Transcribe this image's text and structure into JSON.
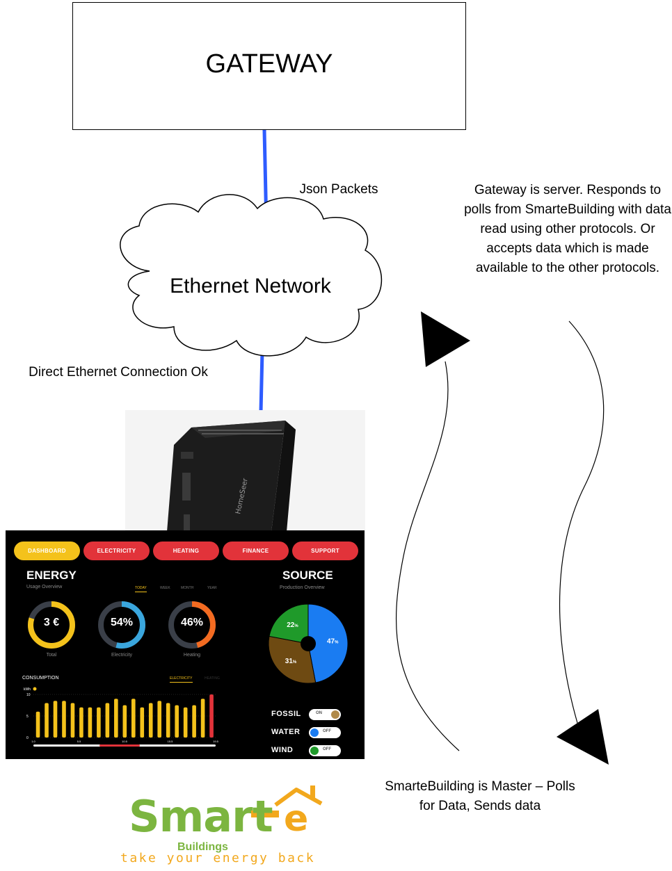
{
  "gateway": {
    "label": "GATEWAY"
  },
  "network": {
    "label": "Ethernet Network"
  },
  "links": {
    "json_packets": "Json Packets",
    "direct_connection": "Direct Ethernet Connection Ok"
  },
  "notes": {
    "gateway_role": "Gateway is server. Responds to polls from SmarteBuilding with data read using other protocols. Or accepts data which is made available to the other protocols.",
    "smartebuilding_role": "SmarteBuilding is Master – Polls for Data, Sends data"
  },
  "device": {
    "brand_text": "HomeSeer"
  },
  "dashboard": {
    "tabs": [
      "DASHBOARD",
      "ELECTRICITY",
      "HEATING",
      "FINANCE",
      "SUPPORT"
    ],
    "energy": {
      "title": "ENERGY",
      "subtitle": "Usage Overview"
    },
    "periods": [
      "TODAY",
      "WEEK",
      "MONTH",
      "YEAR"
    ],
    "gauges": [
      {
        "value": "3 €",
        "caption": "Total",
        "color": "#f4c21b",
        "fraction": 0.8
      },
      {
        "value": "54%",
        "caption": "Electricity",
        "color": "#3aa6dd",
        "fraction": 0.54
      },
      {
        "value": "46%",
        "caption": "Heating",
        "color": "#f36b21",
        "fraction": 0.46
      }
    ],
    "consumption": {
      "title": "CONSUMPTION",
      "tabs": [
        "ELECTRICITY",
        "HEATING"
      ],
      "unit": "kWh",
      "y_ticks": [
        "10",
        "5",
        "0"
      ],
      "x_ticks": [
        "1.0",
        "5.5",
        "10.5",
        "15.5",
        "19.5"
      ],
      "bars": [
        6,
        8,
        8.5,
        8.5,
        8,
        7,
        7,
        7,
        8,
        9,
        7.5,
        9,
        7,
        8,
        8.5,
        8,
        7.5,
        7,
        7.5,
        9,
        10
      ],
      "bar_color": "#f4c21b",
      "highlight_color": "#e2333a"
    },
    "source": {
      "title": "SOURCE",
      "subtitle": "Production Overview",
      "slices": [
        {
          "label": "47",
          "value": 47,
          "color": "#1a7cf2"
        },
        {
          "label": "31",
          "value": 31,
          "color": "#6e4a12"
        },
        {
          "label": "22",
          "value": 22,
          "color": "#1f9a2a"
        }
      ],
      "toggles": [
        {
          "label": "FOSSIL",
          "state": "ON",
          "color": "#8a5a1a",
          "knob": "#b08a4a"
        },
        {
          "label": "WATER",
          "state": "OFF",
          "color": "#1a7cf2",
          "knob": "#1a7cf2"
        },
        {
          "label": "WIND",
          "state": "OFF",
          "color": "#1f9a2a",
          "knob": "#1f9a2a"
        }
      ]
    }
  },
  "logo": {
    "word": "Smar",
    "letter": "e",
    "sub": "Buildings",
    "tagline": "take your energy back"
  }
}
